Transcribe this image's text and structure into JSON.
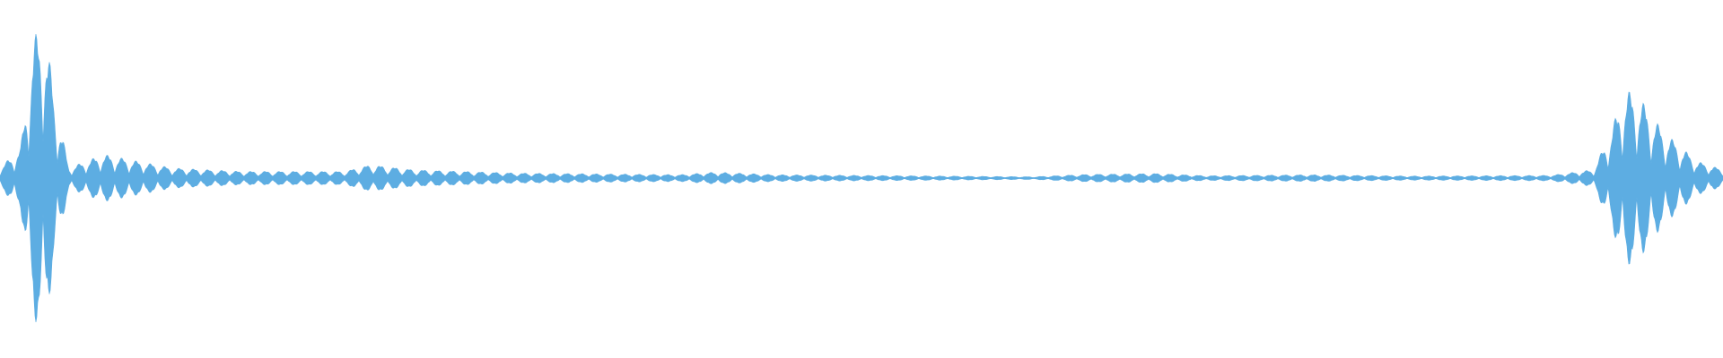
{
  "waveform": {
    "color": "#5DADE2",
    "background": "#FFFFFF",
    "amplitude_envelope": [
      {
        "t": 0.0,
        "a": 0.06
      },
      {
        "t": 0.012,
        "a": 0.18
      },
      {
        "t": 0.019,
        "a": 0.8
      },
      {
        "t": 0.025,
        "a": 0.96
      },
      {
        "t": 0.032,
        "a": 0.46
      },
      {
        "t": 0.04,
        "a": 0.06
      },
      {
        "t": 0.06,
        "a": 0.14
      },
      {
        "t": 0.075,
        "a": 0.11
      },
      {
        "t": 0.1,
        "a": 0.06
      },
      {
        "t": 0.14,
        "a": 0.04
      },
      {
        "t": 0.2,
        "a": 0.04
      },
      {
        "t": 0.215,
        "a": 0.08
      },
      {
        "t": 0.24,
        "a": 0.05
      },
      {
        "t": 0.3,
        "a": 0.03
      },
      {
        "t": 0.395,
        "a": 0.02
      },
      {
        "t": 0.415,
        "a": 0.035
      },
      {
        "t": 0.45,
        "a": 0.02
      },
      {
        "t": 0.55,
        "a": 0.012
      },
      {
        "t": 0.6,
        "a": 0.008
      },
      {
        "t": 0.63,
        "a": 0.022
      },
      {
        "t": 0.67,
        "a": 0.028
      },
      {
        "t": 0.7,
        "a": 0.014
      },
      {
        "t": 0.76,
        "a": 0.02
      },
      {
        "t": 0.82,
        "a": 0.012
      },
      {
        "t": 0.9,
        "a": 0.016
      },
      {
        "t": 0.925,
        "a": 0.05
      },
      {
        "t": 0.935,
        "a": 0.28
      },
      {
        "t": 0.943,
        "a": 0.52
      },
      {
        "t": 0.95,
        "a": 0.5
      },
      {
        "t": 0.965,
        "a": 0.28
      },
      {
        "t": 0.985,
        "a": 0.1
      },
      {
        "t": 1.0,
        "a": 0.05
      }
    ]
  }
}
